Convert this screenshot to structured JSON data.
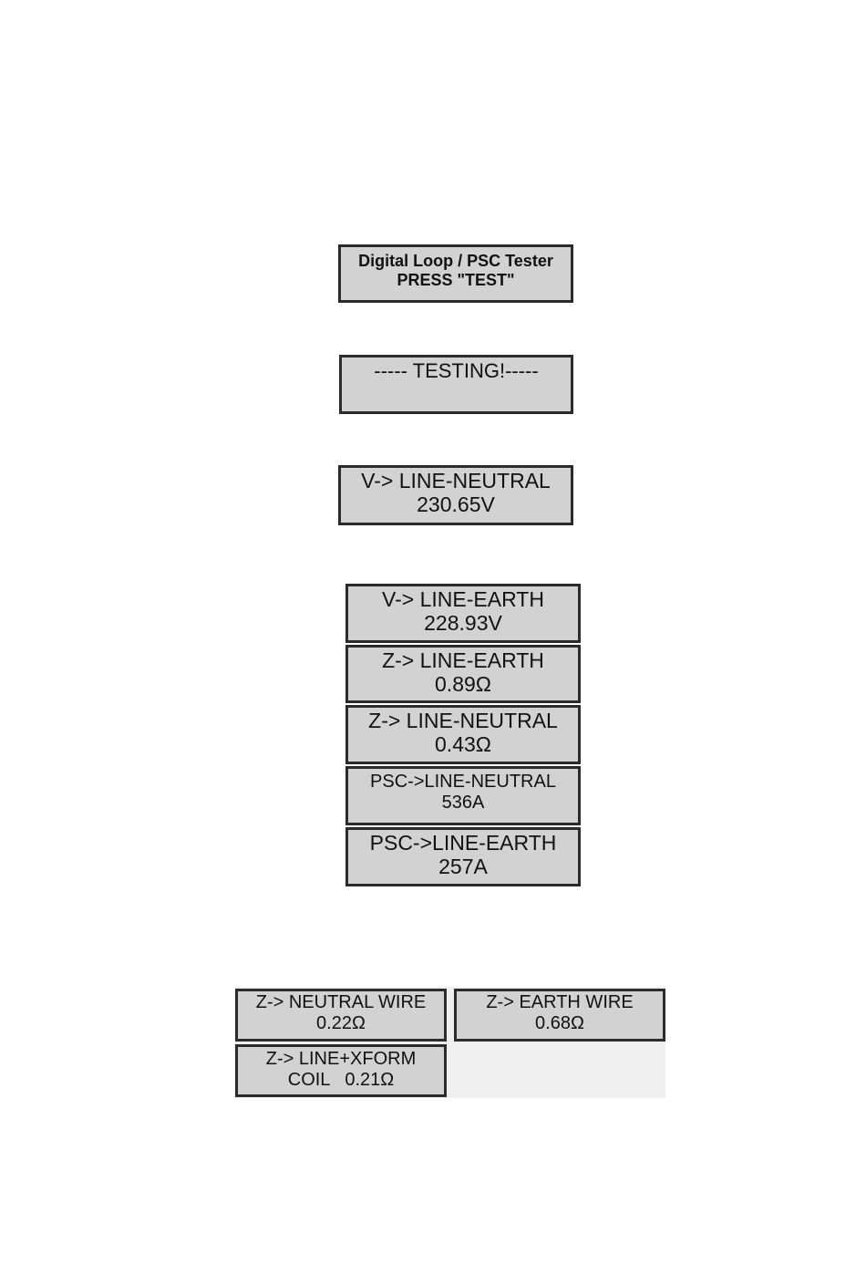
{
  "displays": {
    "start": {
      "line1": "Digital Loop / PSC Tester",
      "line2": "PRESS \"TEST\""
    },
    "testing": {
      "line1": "----- TESTING!-----"
    },
    "v_line_neutral": {
      "line1": "V-> LINE-NEUTRAL",
      "line2": "230.65V"
    },
    "v_line_earth": {
      "line1": "V-> LINE-EARTH",
      "line2": "228.93V"
    },
    "z_line_earth": {
      "line1": "Z-> LINE-EARTH",
      "line2": "0.89Ω"
    },
    "z_line_neutral": {
      "line1": "Z-> LINE-NEUTRAL",
      "line2": "0.43Ω"
    },
    "psc_line_neutral": {
      "line1": "PSC->LINE-NEUTRAL",
      "line2": "536A"
    },
    "psc_line_earth": {
      "line1": "PSC->LINE-EARTH",
      "line2": "257A"
    },
    "z_neutral_wire": {
      "line1": "Z-> NEUTRAL WIRE",
      "line2": "0.22Ω"
    },
    "z_earth_wire": {
      "line1": "Z-> EARTH WIRE",
      "line2": "0.68Ω"
    },
    "z_line_xform": {
      "line1": "Z-> LINE+XFORM",
      "line2": "COIL   0.21Ω"
    }
  }
}
